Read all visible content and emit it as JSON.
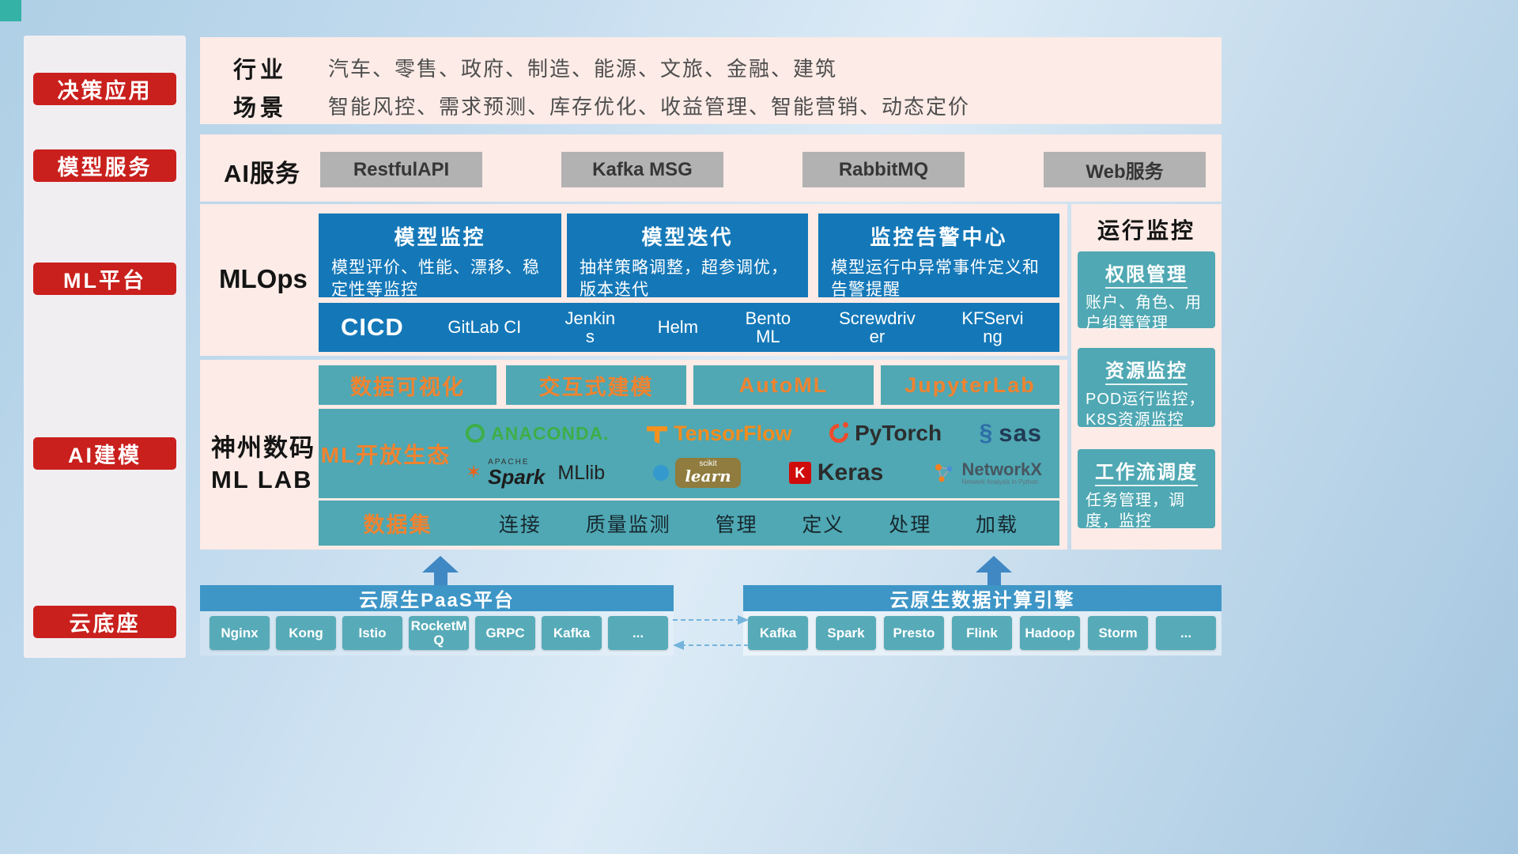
{
  "colors": {
    "accent_red": "#c9201d",
    "panel_pink": "#fcebe6",
    "card_blue": "#1478b8",
    "card_teal": "#4fa8b3",
    "accent_orange": "#ef8330",
    "bar_blue": "#3e96c7",
    "chip_teal": "#57abb8",
    "gray_button": "#b2b2b2"
  },
  "sidebar": {
    "items": [
      "决策应用",
      "模型服务",
      "ML平台",
      "AI建模",
      "云底座"
    ]
  },
  "industry": {
    "rows": [
      {
        "label": "行业",
        "text": "汽车、零售、政府、制造、能源、文旅、金融、建筑"
      },
      {
        "label": "场景",
        "text": "智能风控、需求预测、库存优化、收益管理、智能营销、动态定价"
      }
    ]
  },
  "ai_service": {
    "label": "AI服务",
    "buttons": [
      "RestfulAPI",
      "Kafka MSG",
      "RabbitMQ",
      "Web服务"
    ]
  },
  "mlops": {
    "label": "MLOps",
    "cards": [
      {
        "title": "模型监控",
        "desc": "模型评价、性能、漂移、稳定性等监控"
      },
      {
        "title": "模型迭代",
        "desc": "抽样策略调整，超参调优，版本迭代"
      },
      {
        "title": "监控告警中心",
        "desc": "模型运行中异常事件定义和告警提醒"
      }
    ],
    "cicd_label": "CICD",
    "cicd_items": [
      "GitLab CI",
      "Jenkins",
      "Helm",
      "BentoML",
      "Screwdriver",
      "KFServing"
    ]
  },
  "mllab": {
    "label_line1": "神州数码",
    "label_line2": "ML LAB",
    "tools": [
      "数据可视化",
      "交互式建模",
      "AutoML",
      "JupyterLab"
    ],
    "ecosystem_label": "ML开放生态",
    "logos": {
      "anaconda": "ANACONDA.",
      "tensorflow": "TensorFlow",
      "pytorch": "PyTorch",
      "sas_swirl": "§",
      "sas": "sas",
      "apache": "APACHE",
      "spark_star": "✶",
      "spark": "Spark",
      "mllib": "MLlib",
      "scikit_top": "scikit",
      "scikit_main": "learn",
      "keras_k": "K",
      "keras": "Keras",
      "networkx": "NetworkX",
      "networkx_sub": "Network Analysis in Python"
    },
    "dataset_label": "数据集",
    "dataset_items": [
      "连接",
      "质量监测",
      "管理",
      "定义",
      "处理",
      "加载"
    ]
  },
  "monitor": {
    "title": "运行监控",
    "cards": [
      {
        "title": "权限管理",
        "desc": "账户、角色、用户组等管理"
      },
      {
        "title": "资源监控",
        "desc": "POD运行监控，K8S资源监控"
      },
      {
        "title": "工作流调度",
        "desc": "任务管理，调度，监控"
      }
    ]
  },
  "bottom": {
    "paas_title": "云原生PaaS平台",
    "paas_items": [
      "Nginx",
      "Kong",
      "Istio",
      "RocketMQ",
      "GRPC",
      "Kafka",
      "..."
    ],
    "engine_title": "云原生数据计算引擎",
    "engine_items": [
      "Kafka",
      "Spark",
      "Presto",
      "Flink",
      "Hadoop",
      "Storm",
      "..."
    ]
  }
}
